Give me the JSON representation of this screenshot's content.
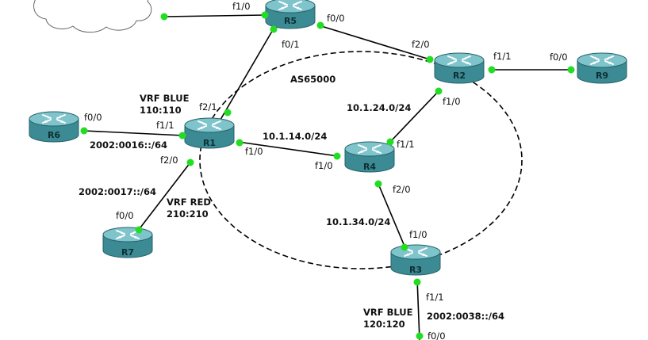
{
  "colors": {
    "router_body": "#3c8a93",
    "router_top": "#7fc3cb",
    "port": "#22dd22",
    "link": "#000000",
    "cloud": "#ffffff"
  },
  "as_label": "AS65000",
  "routers": {
    "R1": "R1",
    "R2": "R2",
    "R3": "R3",
    "R4": "R4",
    "R5": "R5",
    "R6": "R6",
    "R7": "R7",
    "R9": "R9"
  },
  "ports": {
    "r5_f10": "f1/0",
    "r5_f00": "f0/0",
    "r5_f01": "f0/1",
    "r2_f20": "f2/0",
    "r2_f11": "f1/1",
    "r2_f10": "f1/0",
    "r9_f00": "f0/0",
    "r1_f21": "f2/1",
    "r1_f11": "f1/1",
    "r1_f10": "f1/0",
    "r1_f20": "f2/0",
    "r6_f00": "f0/0",
    "r4_f11": "f1/1",
    "r4_f10": "f1/0",
    "r4_f20": "f2/0",
    "r7_f00": "f0/0",
    "r3_f10": "f1/0",
    "r3_f11": "f1/1",
    "bottom_f00": "f0/0"
  },
  "annotations": {
    "vrf_blue_r1_name": "VRF BLUE",
    "vrf_blue_r1_rd": "110:110",
    "vrf_red_name": "VRF RED",
    "vrf_red_rd": "210:210",
    "vrf_blue_r3_name": "VRF BLUE",
    "vrf_blue_r3_rd": "120:120",
    "net_r1_r6": "2002:0016::/64",
    "net_r1_r7": "2002:0017::/64",
    "net_r3_down": "2002:0038::/64",
    "net_r1_r4": "10.1.14.0/24",
    "net_r2_r4": "10.1.24.0/24",
    "net_r3_r4": "10.1.34.0/24"
  }
}
